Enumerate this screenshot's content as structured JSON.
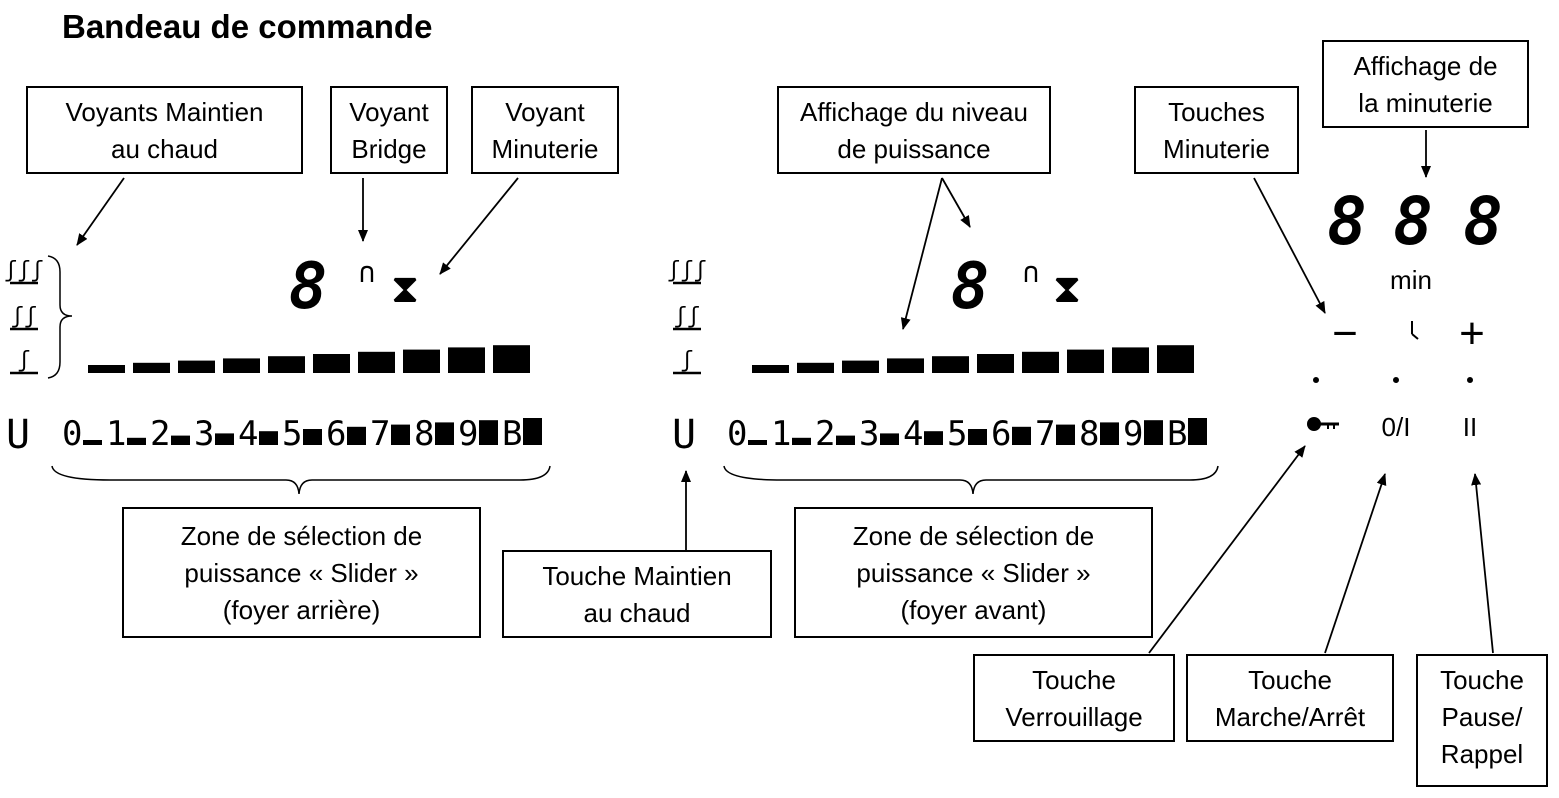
{
  "title": "Bandeau de commande",
  "labels": {
    "voyants_maintien": [
      "Voyants Maintien",
      "au chaud"
    ],
    "voyant_bridge": [
      "Voyant",
      "Bridge"
    ],
    "voyant_minuterie": [
      "Voyant",
      "Minuterie"
    ],
    "affichage_niveau": [
      "Affichage du niveau",
      "de puissance"
    ],
    "touches_minuterie": [
      "Touches",
      "Minuterie"
    ],
    "affichage_minuterie": [
      "Affichage de",
      "la minuterie"
    ],
    "zone_arriere": [
      "Zone de sélection de",
      "puissance «  Slider »",
      "(foyer arrière)"
    ],
    "touche_maintien": [
      "Touche Maintien",
      "au chaud"
    ],
    "zone_avant": [
      "Zone de sélection de",
      "puissance «  Slider »",
      "(foyer avant)"
    ],
    "touche_verrouillage": [
      "Touche",
      "Verrouillage"
    ],
    "touche_marche": [
      "Touche",
      "Marche/Arrêt"
    ],
    "touche_pause": [
      "Touche",
      "Pause/",
      "Rappel"
    ]
  },
  "panel": {
    "power_digit": "8",
    "bridge_symbol": "∩",
    "hourglass_symbol": "⧗",
    "keep_warm_key": "U",
    "slider_levels": [
      "0",
      "1",
      "2",
      "3",
      "4",
      "5",
      "6",
      "7",
      "8",
      "9",
      "B"
    ],
    "timer_digits": [
      "8",
      "8",
      "8"
    ],
    "timer_unit": "min",
    "minus": "−",
    "plus": "+",
    "on_off": "0/I",
    "pause": "II"
  }
}
